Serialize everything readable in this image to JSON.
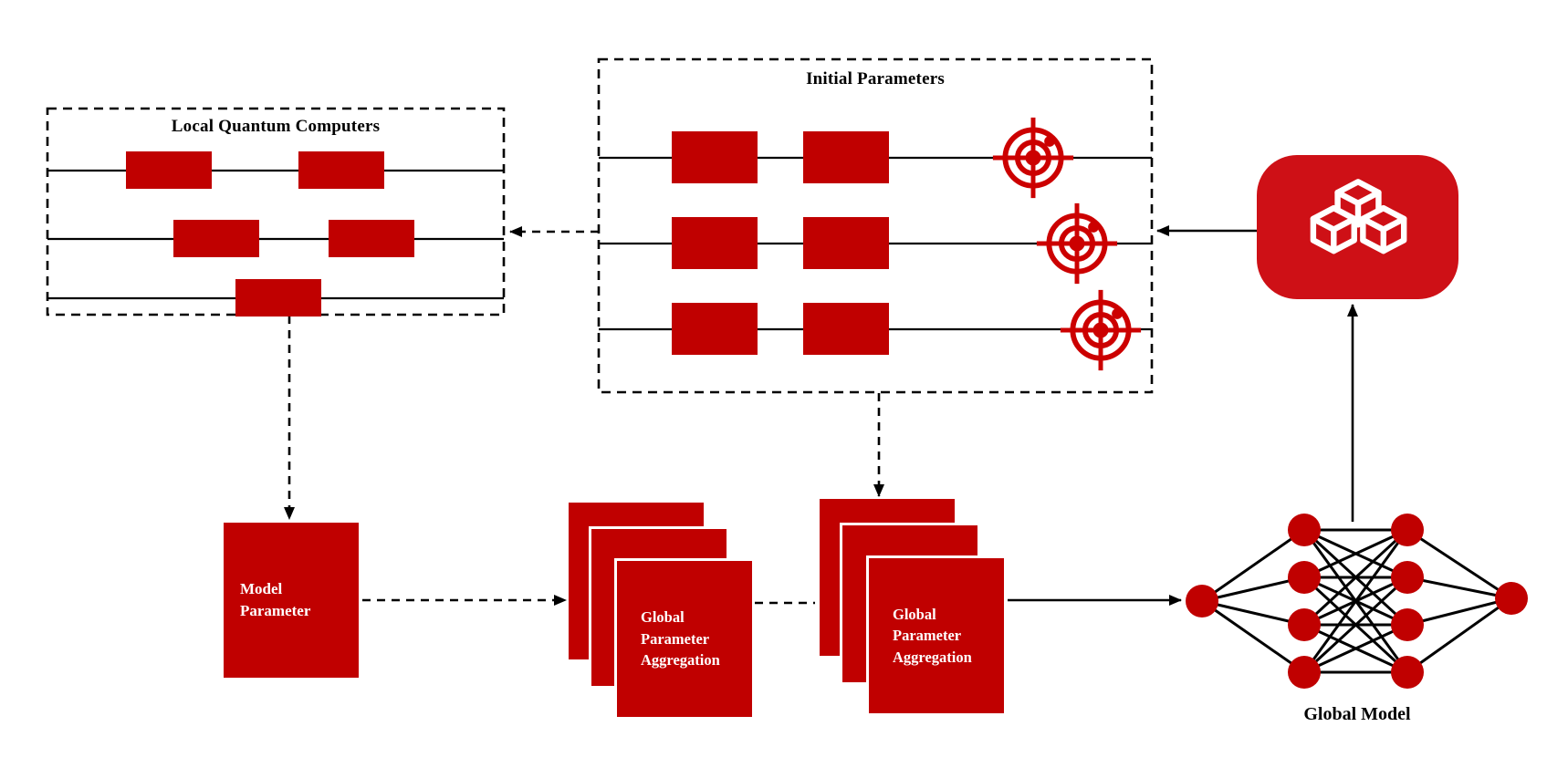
{
  "colors": {
    "primary_red": "#C00000",
    "target_red": "#CC0000",
    "server_red": "#CE1016",
    "line_black": "#000000",
    "text_white": "#FFFFFF"
  },
  "boxes": {
    "local_quantum_computers": {
      "title": "Local Quantum Computers"
    },
    "initial_parameters": {
      "title": "Initial Parameters"
    }
  },
  "model_parameter": {
    "lines": [
      "Model",
      "Parameter"
    ]
  },
  "aggregation_stacks": {
    "left": {
      "lines": [
        "Global",
        "Parameter",
        "Aggregation"
      ]
    },
    "right": {
      "lines": [
        "Global",
        "Parameter",
        "Aggregation"
      ]
    }
  },
  "global_model": {
    "label": "Global Model"
  },
  "icons": {
    "server": "cubes-icon",
    "measurement": "target-icon"
  }
}
